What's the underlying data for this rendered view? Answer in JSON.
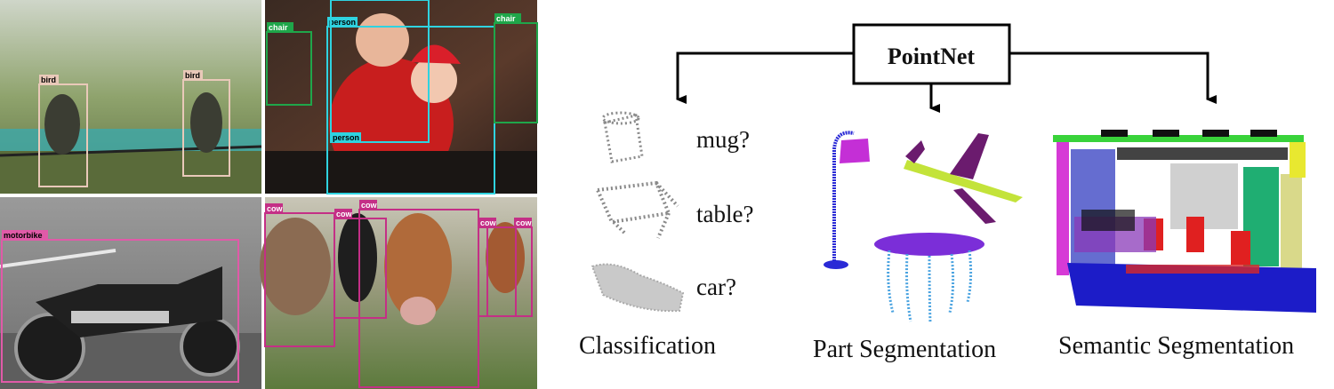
{
  "detection_panels": {
    "top_left": {
      "labels": [
        "bird",
        "bird"
      ]
    },
    "top_right": {
      "labels": [
        "person",
        "person",
        "chair",
        "chair"
      ]
    },
    "bottom_left": {
      "labels": [
        "motorbike"
      ]
    },
    "bottom_right": {
      "labels": [
        "cow",
        "cow",
        "cow",
        "cow",
        "cow"
      ]
    }
  },
  "diagram": {
    "center_box": "PointNet",
    "classification": {
      "caption": "Classification",
      "items": [
        "mug?",
        "table?",
        "car?"
      ]
    },
    "part_segmentation": {
      "caption": "Part Segmentation"
    },
    "semantic_segmentation": {
      "caption": "Semantic Segmentation"
    }
  },
  "colors": {
    "bird_box": "#e9c9b9",
    "person_box": "#2fd3e0",
    "chair_box": "#1fa64a",
    "motorbike_box": "#e05aa8",
    "cow_box": "#c42f86",
    "arrow": "#000000"
  }
}
